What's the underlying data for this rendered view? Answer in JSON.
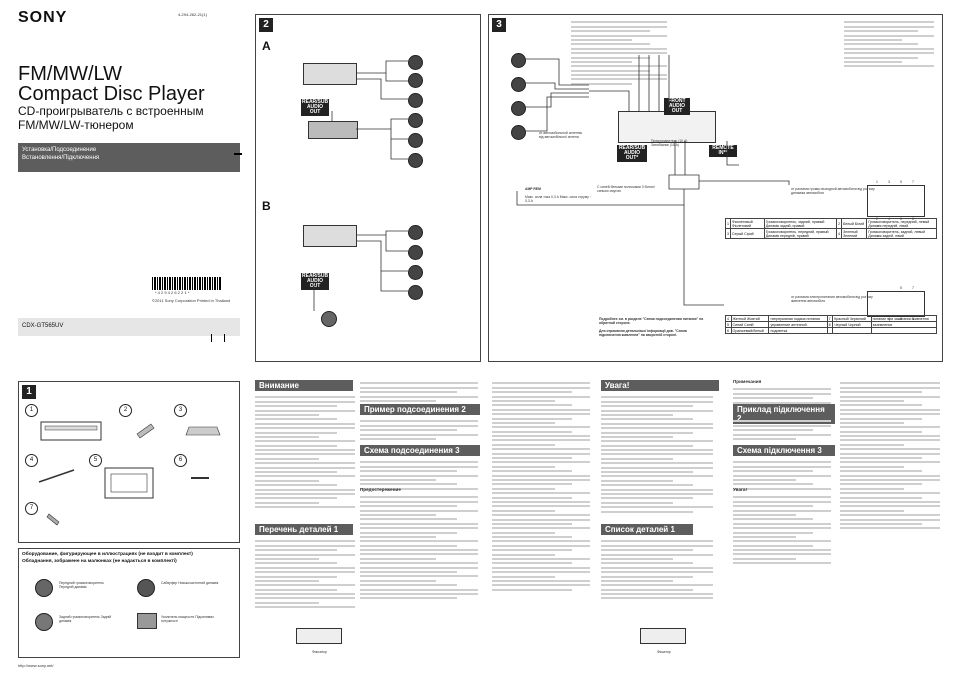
{
  "brand": "SONY",
  "doc_code": "4-294-262-21(1)",
  "title_line1": "FM/MW/LW",
  "title_line2": "Compact Disc Player",
  "subtitle_line1": "CD-проигрыватель с встроенным",
  "subtitle_line2": "FM/MW/LW-тюнером",
  "install_ru": "Установка/Подсоединение",
  "install_ua": "Встановлення/Підключення",
  "copyright": "©2011 Sony Corporation   Printed in Thailand",
  "model": "CDX-GT565UV",
  "barcode_number": "* 4 2 9 4 2 6 2 2 1 *",
  "website": "http://www.sony.net/",
  "sections": {
    "s1": "1",
    "s2": "2",
    "s3": "3",
    "a": "A",
    "b": "B"
  },
  "labels": {
    "rear_sub": "REAR/SUB AUDIO OUT",
    "front_audio": "FRONT AUDIO OUT",
    "rear_sub_audio_out_star": "REAR/SUB AUDIO OUT*",
    "remote_in": "REMOTE IN**",
    "amp_rem": "AMP REM",
    "antenna": "от автомобильной антенны від автомобільної антени",
    "fuse_10a": "Предохранитель (10 A) Запобіжник (10 A)",
    "max_current": "Макс. сила тока 0,3 A Макс. сила струму : 0,3 A",
    "blue_white": "С синей белыми полосками З білою/синьою смугою",
    "to_power_connector": "от разъема громко выходной автомобиля від роз'єму динаміка автомобіля",
    "to_power_connector2": "от разъема электропитания автомобиля від роз'єму живлення автомобіля",
    "ground_note": "Подробнее см. в разделе \"Схема подсоединения питания\" на обратной стороне.",
    "ground_note2": "Для отримання детальнішої інформації див. \"Схема підключення живлення\" на зворотній стороні."
  },
  "pin_numbers": {
    "top": [
      "1",
      "3",
      "5",
      "7"
    ],
    "bottom": [
      "2",
      "4",
      "6",
      "8"
    ],
    "top2": [
      "5",
      "7"
    ],
    "bottom2": [
      "4",
      "6",
      "8"
    ]
  },
  "speaker_table": [
    [
      "1",
      "Фиолетовый Фіолетовий",
      "Громкоговоритель, задний, правый Динамік задній, правий",
      "2",
      "Белый Білий",
      "Громкоговоритель, передний, левый Динамік передній, лівий"
    ],
    [
      "3",
      "Серый Сірий",
      "Громкоговоритель, передний, правый Динамік передній, правий",
      "4",
      "Зеленый Зелений",
      "Громкоговоритель, задний, левый Динамік задній, лівий"
    ]
  ],
  "power_table": [
    [
      "4",
      "Желтый Жовтий",
      "непрерывная подача питания",
      "7",
      "Красный Червоний",
      "питание при зажигании живлення"
    ],
    [
      "5",
      "Синий Синій",
      "управление антенной",
      "8",
      "Черный Чорний",
      "заземление"
    ],
    [
      "6",
      "Оранжевый/белый",
      "подсветка",
      "",
      "",
      ""
    ]
  ],
  "parts": {
    "title_ru": "Оборудование, фигурирующее в иллюстрациях (не входит в комплект)",
    "title_ua": "Обладнання, зображене на малюнках (не надається в комплекті)",
    "item1": "Передний громкоговоритель Передній динамік",
    "item2": "Сабвуфер Низькочастотний динамік",
    "item3": "Задний громкоговоритель Задній динамік",
    "item4": "Усилитель мощности Підсилювач потужності",
    "numbers": [
      "1",
      "2",
      "3",
      "4",
      "5",
      "6",
      "7"
    ]
  },
  "headings": {
    "attention": "Внимание",
    "example": "Пример подсоединения",
    "example_num": "2",
    "diagram": "Схема подсоединения",
    "diagram_num": "3",
    "parts_list": "Перечень деталей",
    "parts_list_num": "1",
    "warning_ua": "Увага!",
    "example_ua": "Приклад підключення",
    "example_ua_num": "2",
    "diagram_ua": "Схема підключення",
    "diagram_ua_num": "3",
    "parts_ua": "Список деталей",
    "parts_ua_num": "1",
    "notes": "Примечания",
    "warning2": "Увага!",
    "precautions": "Предостережение",
    "remover": "Фиксатор",
    "remover_ua": "Фіксатор"
  }
}
